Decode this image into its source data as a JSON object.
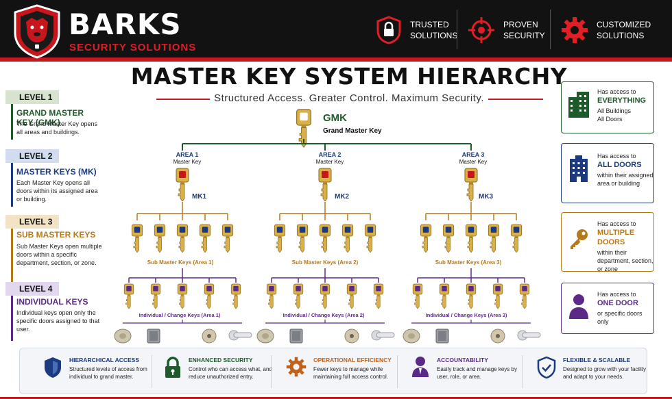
{
  "brand": {
    "name": "BARKS",
    "subtitle": "SECURITY SOLUTIONS"
  },
  "header_features": [
    {
      "icon": "lock-shield-icon",
      "line1": "TRUSTED",
      "line2": "SOLUTIONS"
    },
    {
      "icon": "crosshair-icon",
      "line1": "PROVEN",
      "line2": "SECURITY"
    },
    {
      "icon": "gear-icon",
      "line1": "CUSTOMIZED",
      "line2": "SOLUTIONS"
    }
  ],
  "title": "MASTER KEY SYSTEM HIERARCHY",
  "subtitle": "Structured Access.  Greater Control.  Maximum Security.",
  "levels": [
    {
      "badge": "LEVEL 1",
      "heading": "GRAND MASTER KEY (GMK)",
      "desc": "The Grand Master Key opens all areas and buildings.",
      "color": "#1f5a2a"
    },
    {
      "badge": "LEVEL 2",
      "heading": "MASTER KEYS (MK)",
      "desc": "Each Master Key opens all doors within its assigned area or building.",
      "color": "#1b3a80"
    },
    {
      "badge": "LEVEL 3",
      "heading": "SUB MASTER KEYS",
      "desc": "Sub Master Keys open multiple doors within a specific department, section, or zone.",
      "color": "#b5791a"
    },
    {
      "badge": "LEVEL 4",
      "heading": "INDIVIDUAL KEYS",
      "desc": "Individual keys open only the specific doors assigned to that user.",
      "color": "#5b2a86"
    }
  ],
  "gmk": {
    "label": "GMK",
    "sub": "Grand Master Key"
  },
  "areas": [
    {
      "area": "AREA 1",
      "area_sub": "Master Key",
      "mk": "MK1",
      "sub_keys": "Sub Master Keys (Area 1)",
      "indiv": "Individual / Change Keys (Area 1)"
    },
    {
      "area": "AREA 2",
      "area_sub": "Master Key",
      "mk": "MK2",
      "sub_keys": "Sub Master Keys (Area 2)",
      "indiv": "Individual / Change Keys (Area 2)"
    },
    {
      "area": "AREA 3",
      "area_sub": "Master Key",
      "mk": "MK3",
      "sub_keys": "Sub Master Keys (Area 3)",
      "indiv": "Individual / Change Keys (Area 3)"
    }
  ],
  "access_cards": [
    {
      "icon": "office-building-icon",
      "line1": "Has access to",
      "strong": "EVERYTHING",
      "rest": "All Buildings\nAll Doors",
      "color": "#1f5a2a"
    },
    {
      "icon": "building-icon",
      "line1": "Has access to",
      "strong": "ALL DOORS",
      "rest": "within their assigned area or building",
      "color": "#1b3a80"
    },
    {
      "icon": "key-icon",
      "line1": "Has access to",
      "strong": "MULTIPLE DOORS",
      "rest": "within their department, section, or zone",
      "color": "#b5791a"
    },
    {
      "icon": "person-icon",
      "line1": "Has access to",
      "strong": "ONE DOOR",
      "rest": "or specific doors only",
      "color": "#5b2a86"
    }
  ],
  "footer": [
    {
      "icon": "shield-icon",
      "title": "HIERARCHICAL ACCESS",
      "desc": "Structured levels of access from individual to grand master.",
      "color": "#1b3a80"
    },
    {
      "icon": "padlock-icon",
      "title": "ENHANCED SECURITY",
      "desc": "Control who can access what, and reduce unauthorized entry.",
      "color": "#1f5a2a"
    },
    {
      "icon": "gear-icon",
      "title": "OPERATIONAL EFFICIENCY",
      "desc": "Fewer keys to manage while maintaining full access control.",
      "color": "#c2621a"
    },
    {
      "icon": "user-icon",
      "title": "ACCOUNTABILITY",
      "desc": "Easily track and manage keys by user, role, or area.",
      "color": "#5b2a86"
    },
    {
      "icon": "check-shield-icon",
      "title": "FLEXIBLE & SCALABLE",
      "desc": "Designed to grow with your facility and adapt to your needs.",
      "color": "#1b3a80"
    }
  ],
  "colors": {
    "brand_red": "#c8161d",
    "gmk_green": "#1f5a2a",
    "mk_blue": "#1b3a80",
    "sub_gold": "#b5791a",
    "indiv_purple": "#5b2a86",
    "key_gold": "#d9b04a"
  }
}
